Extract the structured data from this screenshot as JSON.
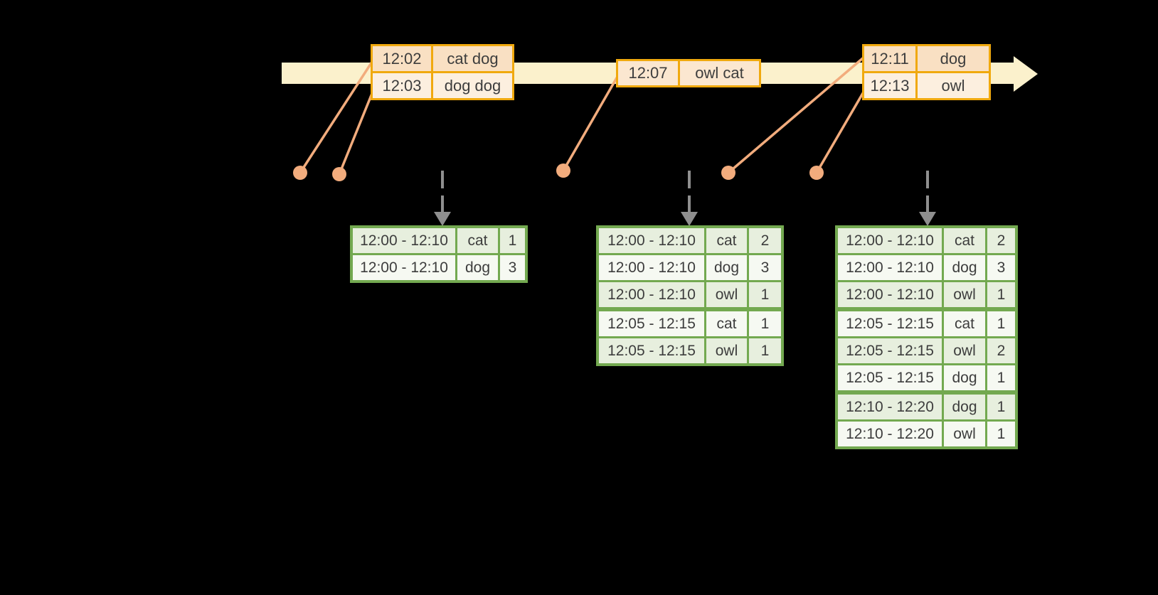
{
  "diagram_title": "windowed-grouped-aggregation-stream",
  "colors": {
    "timeline_band": "#FBF1CC",
    "event_border": "#F0A90E",
    "event_fill_dark": "#F9E0C3",
    "event_fill_mid": "#FBE7D0",
    "event_fill_light": "#FCEFDF",
    "connector": "#F2AC7D",
    "trigger_arrow": "#8F8F8F",
    "table_border": "#73A950",
    "cell_green": "#E7EFDE",
    "cell_white": "#F6F9F2",
    "text": "#3D3D3D"
  },
  "icons": {
    "timeline_arrow": "block-arrow-right",
    "trigger_arrow": "dashed-arrow-down",
    "event_marker": "filled-dot"
  },
  "event_boxes": [
    {
      "rows": [
        {
          "time": "12:02",
          "words": "cat dog",
          "shade": "dark"
        },
        {
          "time": "12:03",
          "words": "dog dog",
          "shade": "light"
        }
      ]
    },
    {
      "rows": [
        {
          "time": "12:07",
          "words": "owl cat",
          "shade": "mid"
        }
      ]
    },
    {
      "rows": [
        {
          "time": "12:11",
          "words": "dog",
          "shade": "dark"
        },
        {
          "time": "12:13",
          "words": "owl",
          "shade": "light"
        }
      ]
    }
  ],
  "result_tables": [
    {
      "rows": [
        {
          "window": "12:00 - 12:10",
          "word": "cat",
          "count": "1"
        },
        {
          "window": "12:00 - 12:10",
          "word": "dog",
          "count": "3"
        }
      ]
    },
    {
      "rows": [
        {
          "window": "12:00 - 12:10",
          "word": "cat",
          "count": "2"
        },
        {
          "window": "12:00 - 12:10",
          "word": "dog",
          "count": "3"
        },
        {
          "window": "12:00 - 12:10",
          "word": "owl",
          "count": "1"
        },
        {
          "window": "12:05 - 12:15",
          "word": "cat",
          "count": "1",
          "group_start": true
        },
        {
          "window": "12:05 - 12:15",
          "word": "owl",
          "count": "1"
        }
      ]
    },
    {
      "rows": [
        {
          "window": "12:00 - 12:10",
          "word": "cat",
          "count": "2"
        },
        {
          "window": "12:00 - 12:10",
          "word": "dog",
          "count": "3"
        },
        {
          "window": "12:00 - 12:10",
          "word": "owl",
          "count": "1"
        },
        {
          "window": "12:05 - 12:15",
          "word": "cat",
          "count": "1",
          "group_start": true
        },
        {
          "window": "12:05 - 12:15",
          "word": "owl",
          "count": "2"
        },
        {
          "window": "12:05 - 12:15",
          "word": "dog",
          "count": "1"
        },
        {
          "window": "12:10 - 12:20",
          "word": "dog",
          "count": "1",
          "group_start": true
        },
        {
          "window": "12:10 - 12:20",
          "word": "owl",
          "count": "1"
        }
      ]
    }
  ]
}
